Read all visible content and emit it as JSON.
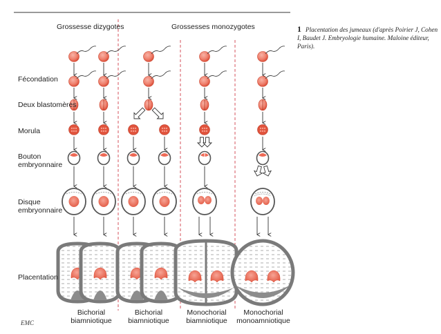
{
  "headers": {
    "dizygotic": "Grossesse dizygotes",
    "monozygotic": "Grossesses monozygotes"
  },
  "caption": {
    "number": "1",
    "text": "Placentation des jumeaux (d'après Poirier J, Cohen I, Baudet J. Embryologie humaine. Maloine éditeur, Paris)."
  },
  "row_labels": {
    "fecondation": "Fécondation",
    "deux_blastomeres": "Deux blastomères",
    "morula": "Morula",
    "bouton": "Bouton\nembryonnaire",
    "disque": "Disque\nembryonnaire",
    "placentation": "Placentation"
  },
  "bottom_labels": {
    "col1": "Bichorial\nbiamniotique",
    "col2": "Bichorial\nbiamniotique",
    "col3": "Monochorial\nbiamniotique",
    "col4": "Monochorial\nmonoamniotique"
  },
  "source_mark": "EMC",
  "colors": {
    "cell_fill": "#f08a7a",
    "cell_dark": "#d8442e",
    "embryo": "#ee6a56",
    "membrane_gray": "#8c8c8c",
    "divider_red": "#d0404a",
    "rule": "#333333"
  }
}
